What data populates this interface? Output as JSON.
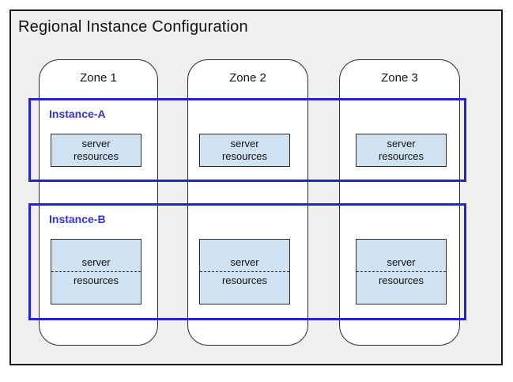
{
  "title": "Regional Instance Configuration",
  "zones": [
    {
      "label": "Zone 1"
    },
    {
      "label": "Zone 2"
    },
    {
      "label": "Zone 3"
    }
  ],
  "instances": [
    {
      "label": "Instance-A"
    },
    {
      "label": "Instance-B"
    }
  ],
  "server_box": {
    "line1": "server",
    "line2": "resources"
  },
  "colors": {
    "region_fill": "#f0f0f0",
    "instance_border": "#2323d2",
    "instance_label": "#3333cc",
    "server_box_fill": "#cfe2f2"
  }
}
